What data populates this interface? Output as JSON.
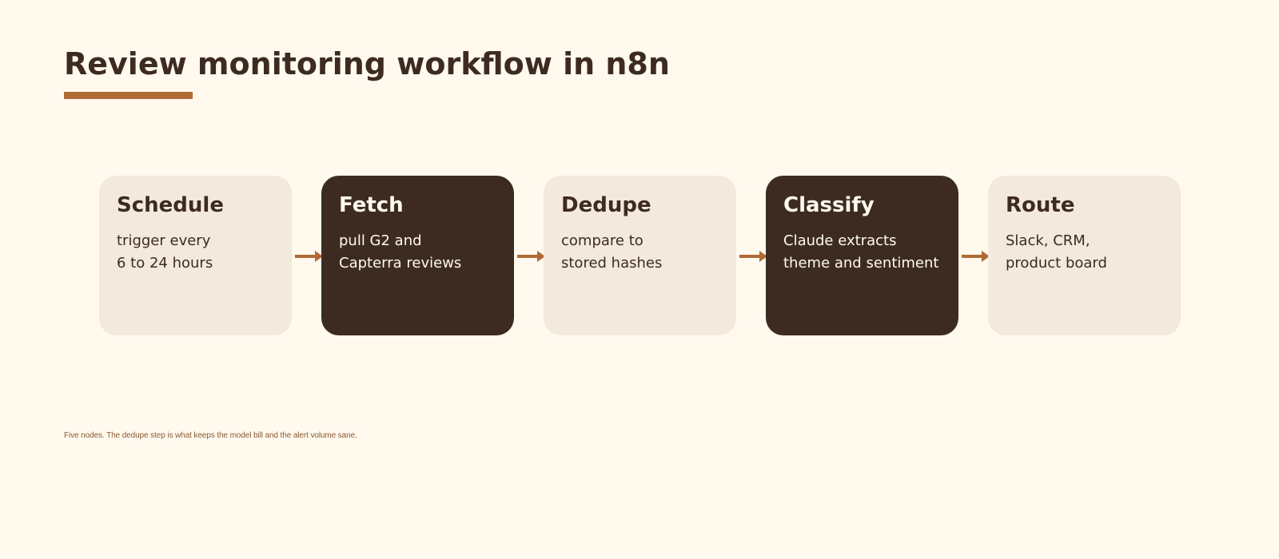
{
  "title": "Review monitoring workflow in n8n",
  "colors": {
    "background": "#fff9ee",
    "accent": "#b06a35",
    "dark_node": "#3d2b22",
    "light_node": "#f3e9dc"
  },
  "nodes": [
    {
      "title": "Schedule",
      "desc": [
        "trigger every",
        "6 to 24 hours"
      ],
      "style": "light"
    },
    {
      "title": "Fetch",
      "desc": [
        "pull G2 and",
        "Capterra reviews"
      ],
      "style": "dark"
    },
    {
      "title": "Dedupe",
      "desc": [
        "compare to",
        "stored hashes"
      ],
      "style": "light"
    },
    {
      "title": "Classify",
      "desc": [
        "Claude extracts",
        "theme and sentiment"
      ],
      "style": "dark"
    },
    {
      "title": "Route",
      "desc": [
        "Slack, CRM,",
        "product board"
      ],
      "style": "light"
    }
  ],
  "footnote": "Five nodes. The dedupe step is what keeps the model bill and the alert volume sane."
}
